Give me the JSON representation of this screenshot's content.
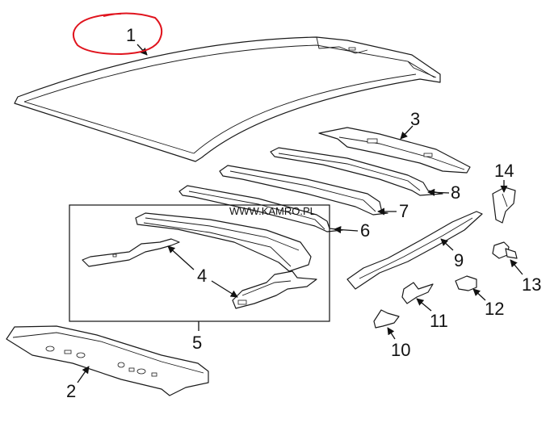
{
  "callouts": {
    "c1": "1",
    "c2": "2",
    "c3": "3",
    "c4": "4",
    "c5": "5",
    "c6": "6",
    "c7": "7",
    "c8": "8",
    "c9": "9",
    "c10": "10",
    "c11": "11",
    "c12": "12",
    "c13": "13",
    "c14": "14"
  },
  "watermark": "WWW.KAMRO.PL",
  "colors": {
    "ink": "#1a1a1a",
    "highlight": "#e0141e",
    "background": "#ffffff"
  }
}
